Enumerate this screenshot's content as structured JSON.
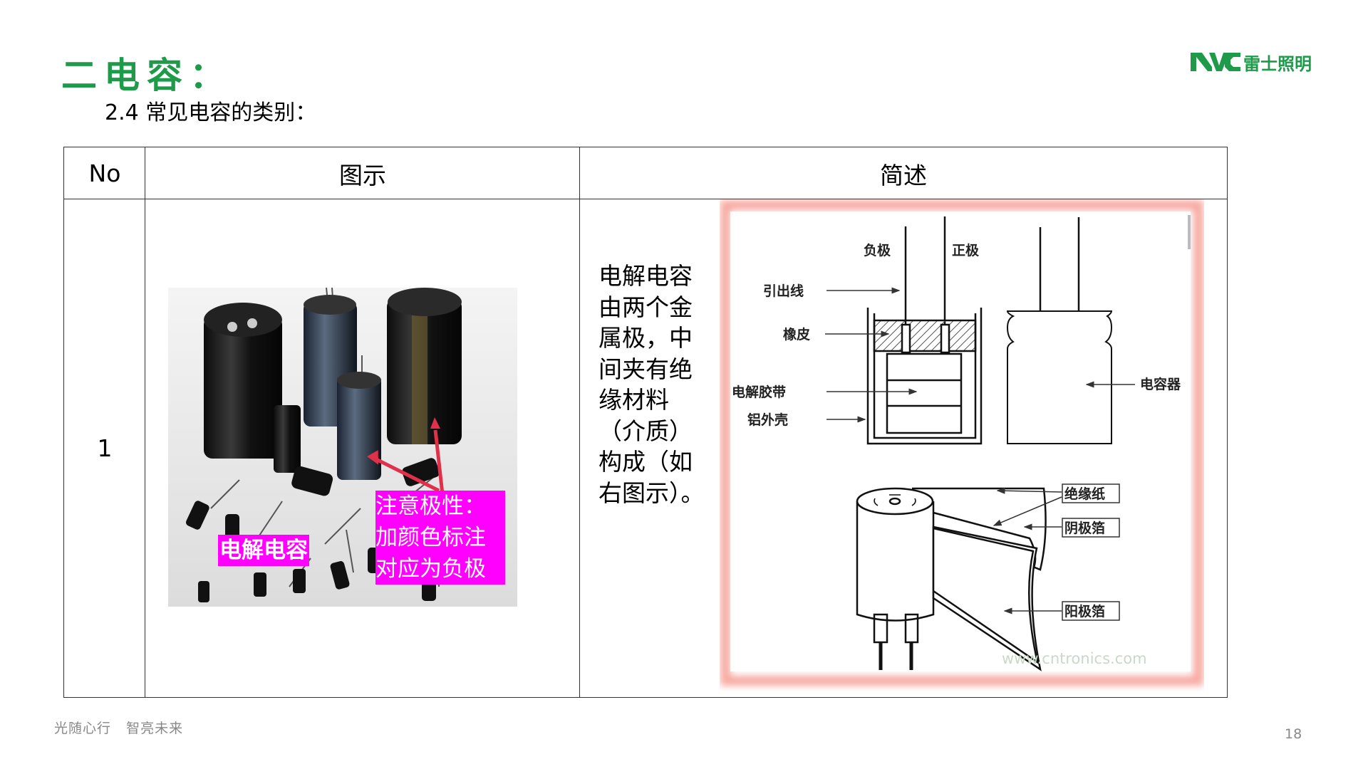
{
  "header": {
    "title": "二电容：",
    "subtitle": "2.4  常见电容的类别：",
    "logo_text": "NVC 雷士照明",
    "brand_color": "#1f9a4b"
  },
  "table": {
    "columns": [
      "No",
      "图示",
      "简述"
    ],
    "rows": [
      {
        "no": "1",
        "photo_labels": {
          "name": "电解电容",
          "note_lines": [
            "注意极性：",
            "加颜色标注",
            "对应为负极"
          ]
        },
        "description": "电解电容由两个金属极，中间夹有绝缘材料（介质）构成（如右图示）。",
        "diagram": {
          "labels": {
            "negative": "负极",
            "positive": "正极",
            "lead_wire": "引出线",
            "rubber": "橡皮",
            "electrolytic_tape": "电解胶带",
            "aluminum_shell": "铝外壳",
            "capacitor": "电容器",
            "insulating_paper": "绝缘纸",
            "cathode_foil": "阴极箔",
            "anode_foil": "阳极箔"
          },
          "watermark": "www.cntronics.com"
        }
      }
    ]
  },
  "footer": {
    "slogan": "光随心行   智亮未来",
    "page_number": "18"
  }
}
